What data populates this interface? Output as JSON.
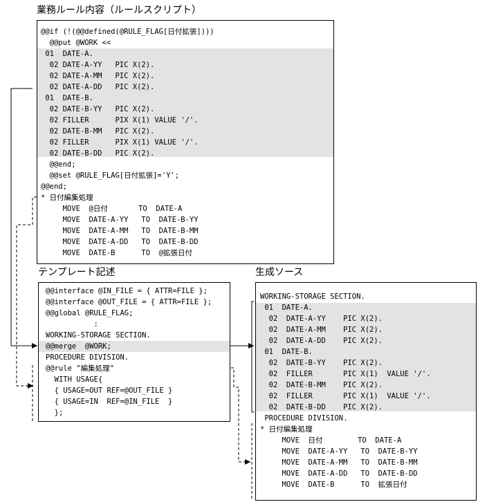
{
  "rule_box": {
    "title": "業務ルール内容（ルールスクリプト）",
    "lines": [
      "@@if (!(@@defined(@RULE_FLAG[日付拡張])))",
      "  @@put @WORK <<",
      " 01  DATE-A.",
      "  02 DATE-A-YY   PIC X(2).",
      "  02 DATE-A-MM   PIC X(2).",
      "  02 DATE-A-DD   PIC X(2).",
      " 01  DATE-B.",
      "  02 DATE-B-YY   PIC X(2).",
      "  02 FILLER      PIX X(1) VALUE '/'.",
      "  02 DATE-B-MM   PIC X(2).",
      "  02 FILLER      PIX X(1) VALUE '/'.",
      "  02 DATE-B-DD   PIC X(2).",
      "  @@end;",
      "  @@set @RULE_FLAG[日付拡張]='Y';",
      "@@end;",
      "* 日付編集処理",
      "     MOVE  @日付       TO  DATE-A",
      "     MOVE  DATE-A-YY   TO  DATE-B-YY",
      "     MOVE  DATE-A-MM   TO  DATE-B-MM",
      "     MOVE  DATE-A-DD   TO  DATE-B-DD",
      "     MOVE  DATE-B      TO  @拡張日付"
    ]
  },
  "template_box": {
    "title": "テンプレート記述",
    "lines": [
      "@@interface @IN_FILE = { ATTR=FILE };",
      "@@interface @OUT_FILE = { ATTR=FILE };",
      "@@global @RULE_FLAG;",
      "           :",
      "WORKING-STORAGE SECTION.",
      "@@merge  @WORK;",
      "PROCEDURE DIVISION.",
      "@@rule \"編集処理\"",
      "  WITH USAGE{",
      "  { USAGE=OUT REF=@OUT_FILE }",
      "  { USAGE=IN  REF=@IN_FILE  }",
      "  };"
    ]
  },
  "generated_box": {
    "title": "生成ソース",
    "lines": [
      "WORKING-STORAGE SECTION.",
      " 01  DATE-A.",
      "  02  DATE-A-YY    PIC X(2).",
      "  02  DATE-A-MM    PIC X(2).",
      "  02  DATE-A-DD    PIC X(2).",
      " 01  DATE-B.",
      "  02  DATE-B-YY    PIC X(2).",
      "  02  FILLER       PIC X(1)  VALUE '/'.",
      "  02  DATE-B-MM    PIC X(2).",
      "  02  FILLER       PIC X(1)  VALUE '/'.",
      "  02  DATE-B-DD    PIC X(2).",
      " PROCEDURE DIVISION.",
      "* 日付編集処理",
      "     MOVE  日付        TO  DATE-A",
      "     MOVE  DATE-A-YY   TO  DATE-B-YY",
      "     MOVE  DATE-A-MM   TO  DATE-B-MM",
      "     MOVE  DATE-A-DD   TO  DATE-B-DD",
      "     MOVE  DATE-B      TO  拡張日付"
    ]
  }
}
